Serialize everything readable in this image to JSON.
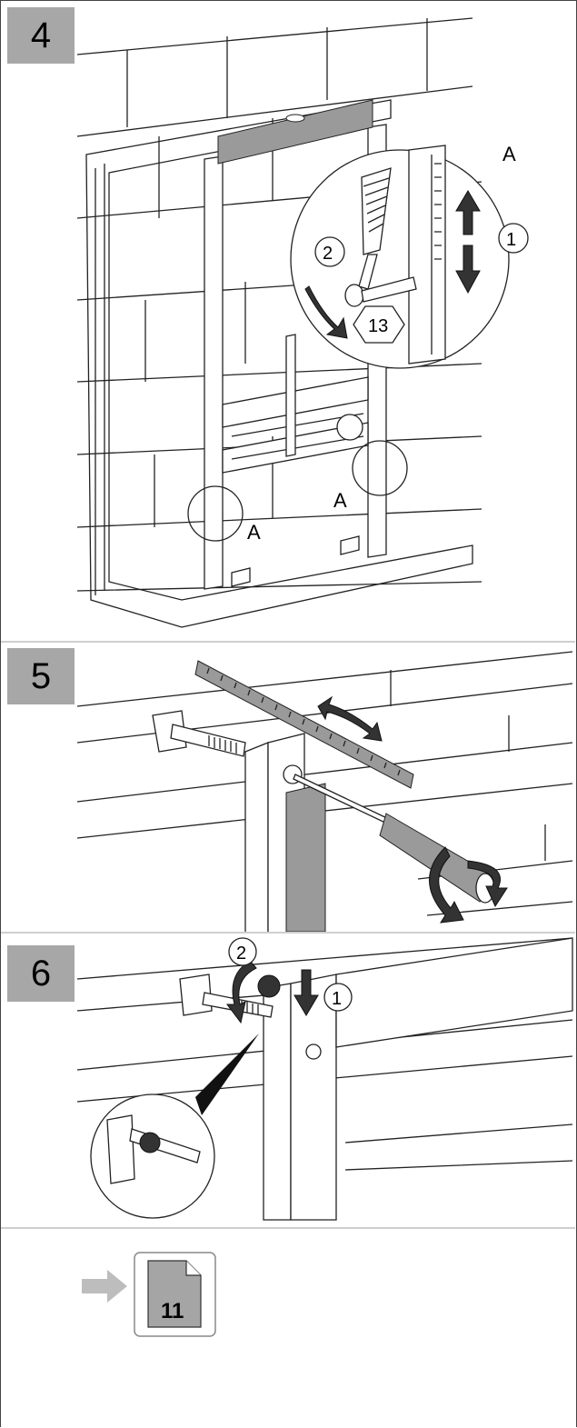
{
  "steps": [
    {
      "number": "4",
      "callouts": {
        "detail_label": "A",
        "left_label": "A",
        "right_label": "A",
        "circle_1": "1",
        "circle_2": "2",
        "hex": "13"
      }
    },
    {
      "number": "5"
    },
    {
      "number": "6",
      "callouts": {
        "circle_1": "1",
        "circle_2": "2"
      }
    }
  ],
  "next_page": {
    "page_number": "11",
    "arrow_icon": "right-arrow-icon",
    "page_icon": "page-icon"
  },
  "colors": {
    "badge": "#a7a7a7",
    "arrow": "#bdbdbd",
    "page_fill": "#a5a5a5"
  }
}
